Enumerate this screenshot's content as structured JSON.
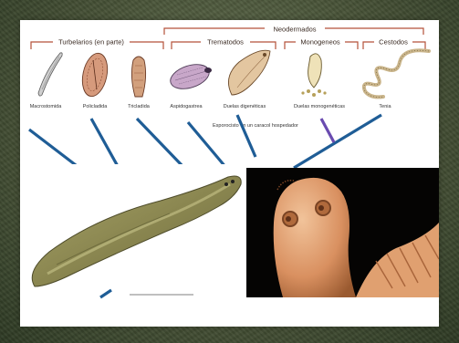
{
  "groups": {
    "turbelarios": "Turbelarios (en parte)",
    "neodermados": "Neodermados",
    "trematodos": "Trematodos",
    "monogeneos": "Monogeneos",
    "cestodos": "Cestodos"
  },
  "taxa": [
    "Macrostomida",
    "Policladida",
    "Tricladida",
    "Aspidogastrea",
    "Duelas digenéticas",
    "Duelas monogenéticas",
    "Tenia"
  ],
  "annotation": "Esporocisto en un caracol hospedador",
  "colors": {
    "bracket": "#b5523a",
    "branch": "#1f5d96",
    "highlight": "#6a4bb0"
  }
}
